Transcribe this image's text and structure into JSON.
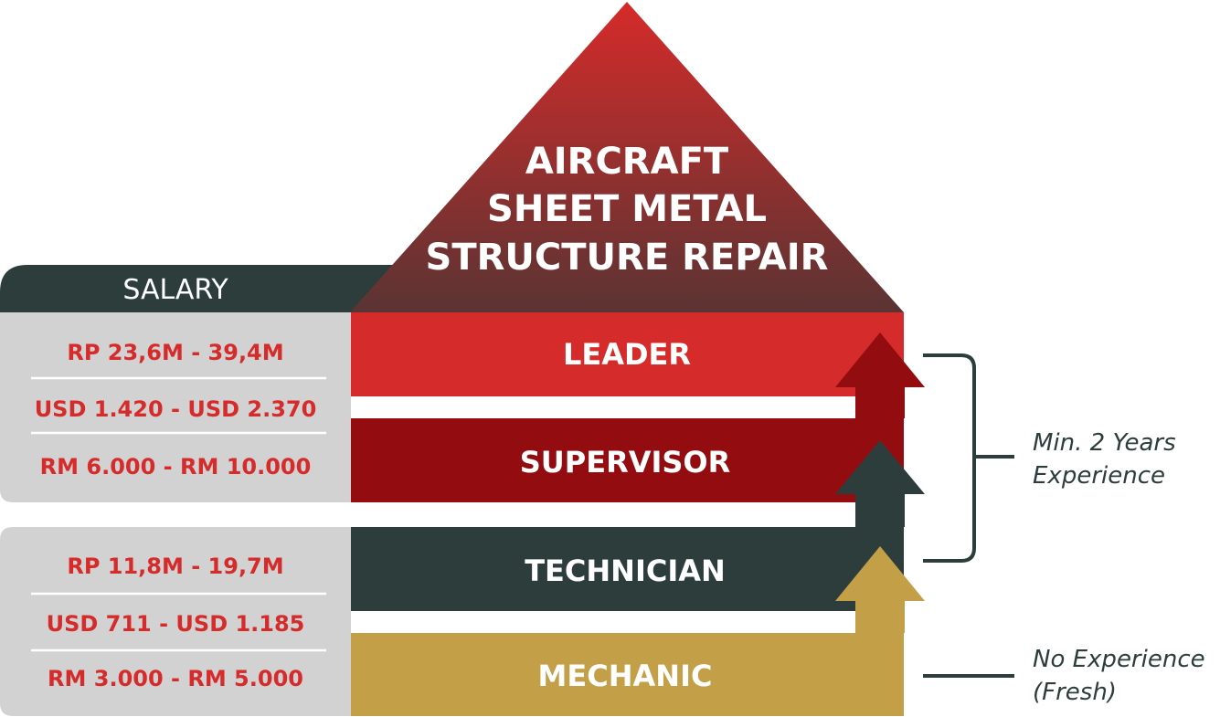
{
  "title": {
    "line1": "AIRCRAFT",
    "line2": "SHEET METAL",
    "line3": "STRUCTURE REPAIR"
  },
  "salary_header": "SALARY",
  "tiers": [
    {
      "label": "LEADER",
      "color": "#d52b2a"
    },
    {
      "label": "SUPERVISOR",
      "color": "#930d10"
    },
    {
      "label": "TECHNICIAN",
      "color": "#2c3d3b"
    },
    {
      "label": "MECHANIC",
      "color": "#c39f48"
    }
  ],
  "salary_groups": [
    {
      "lines": [
        "RP 23,6M - 39,4M",
        "USD 1.420 - USD 2.370",
        "RM 6.000 - RM 10.000"
      ]
    },
    {
      "lines": [
        "RP 11,8M - 19,7M",
        "USD 711 - USD 1.185",
        "RM 3.000 - RM 5.000"
      ]
    }
  ],
  "notes": {
    "experienced": {
      "line1": "Min. 2 Years",
      "line2": "Experience"
    },
    "fresh": {
      "line1": "No Experience",
      "line2": "(Fresh)"
    }
  },
  "colors": {
    "salary_text": "#d52b2a",
    "salary_bg": "#d2d2d2",
    "dark": "#2c3d3b",
    "title_top": "#d52b2a",
    "title_bottom": "#5a3433",
    "leader": "#d52b2a",
    "supervisor": "#930d10",
    "technician": "#2c3d3b",
    "mechanic": "#c39f48"
  }
}
